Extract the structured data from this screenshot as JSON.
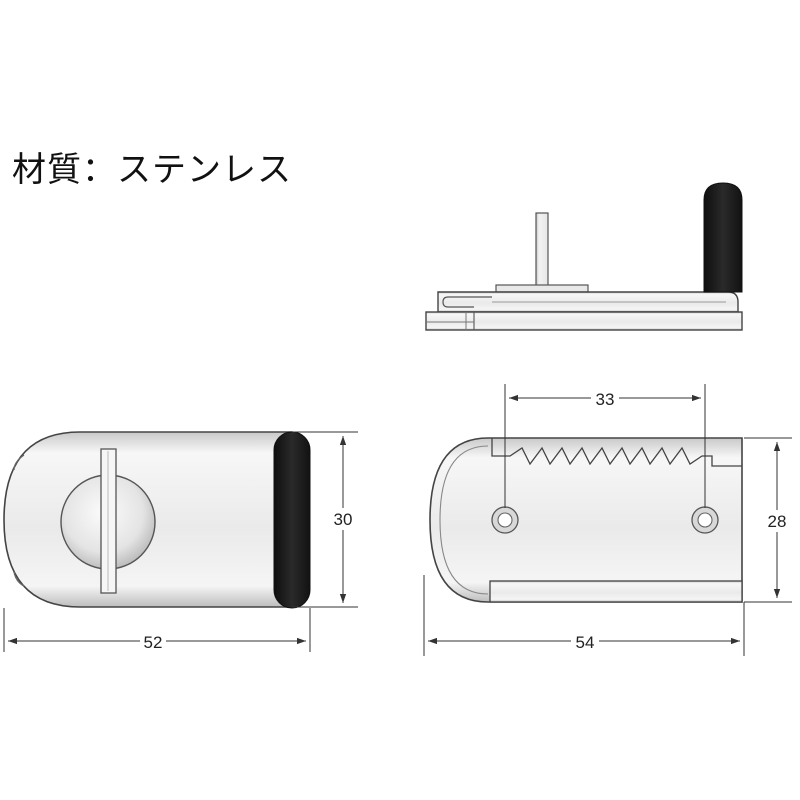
{
  "material_label": "材質：ステンレス",
  "dimensions": {
    "front_width": "52",
    "front_height": "30",
    "base_width": "54",
    "base_height": "28",
    "hole_spacing": "33"
  },
  "colors": {
    "metal_light": "#f4f4f4",
    "metal_mid": "#dcdcdc",
    "metal_dark": "#9a9a9a",
    "outline": "#444444",
    "rubber": "#1e1e1e",
    "dimension_line": "#333333"
  }
}
